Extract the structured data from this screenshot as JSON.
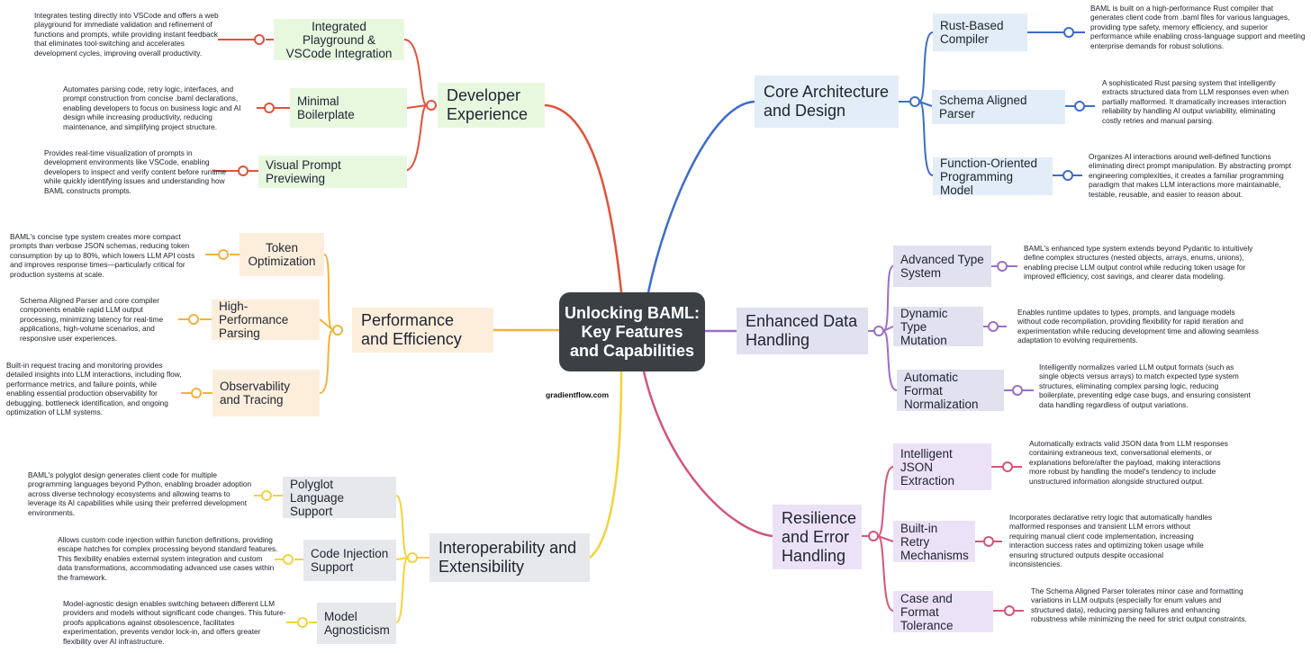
{
  "center_title": "Unlocking BAML: Key Features and Capabilities",
  "watermark": "gradientflow.com",
  "colors": {
    "developer_experience": "#e0533a",
    "performance": "#f0b43a",
    "interoperability": "#f2d33c",
    "core_architecture": "#3d6cc9",
    "enhanced_data": "#9a6fc6",
    "resilience": "#d4557a",
    "center_box": "#3b4045"
  },
  "branches": {
    "developer_experience": {
      "title": "Developer Experience",
      "items": [
        {
          "label": "Integrated Playground & VSCode Integration",
          "description": "Integrates testing directly into VSCode and offers a web playground for immediate validation and refinement of functions and prompts, while providing instant feedback that eliminates tool-switching and accelerates development cycles, improving overall productivity."
        },
        {
          "label": "Minimal Boilerplate",
          "description": "Automates parsing code, retry logic, interfaces, and prompt construction from concise .baml declarations, enabling developers to focus on business logic and AI design while increasing productivity, reducing maintenance, and simplifying project structure."
        },
        {
          "label": "Visual Prompt Previewing",
          "description": "Provides real-time visualization of prompts in development environments like VSCode, enabling developers to inspect and verify content before runtime while quickly identifying issues and understanding how BAML constructs prompts."
        }
      ]
    },
    "performance": {
      "title": "Performance and Efficiency",
      "items": [
        {
          "label": "Token Optimization",
          "description": "BAML's concise type system creates more compact prompts than verbose JSON schemas, reducing token consumption by up to 80%, which lowers LLM API costs and improves response times—particularly critical for production systems at scale."
        },
        {
          "label": "High-Performance Parsing",
          "description": "Schema Aligned Parser and core compiler components enable rapid LLM output processing, minimizing latency for real-time applications, high-volume scenarios, and responsive user experiences."
        },
        {
          "label": "Observability and Tracing",
          "description": "Built-in request tracing and monitoring provides detailed insights into LLM interactions, including flow, performance metrics, and failure points, while enabling essential production observability for debugging, bottleneck identification, and ongoing optimization of LLM systems."
        }
      ]
    },
    "interoperability": {
      "title": "Interoperability and Extensibility",
      "items": [
        {
          "label": "Polyglot Language Support",
          "description": "BAML's polyglot design generates client code for multiple programming languages beyond Python, enabling broader adoption across diverse technology ecosystems and allowing teams to leverage its AI capabilities while using their preferred development environments."
        },
        {
          "label": "Code Injection Support",
          "description": "Allows custom code injection within function definitions, providing escape hatches for complex processing beyond standard features. This flexibility enables external system integration and custom data transformations, accommodating advanced use cases within the framework."
        },
        {
          "label": "Model Agnosticism",
          "description": "Model-agnostic design enables switching between different LLM providers and models without significant code changes. This future-proofs applications against obsolescence, facilitates experimentation, prevents vendor lock-in, and offers greater flexibility over AI infrastructure."
        }
      ]
    },
    "core_architecture": {
      "title": "Core Architecture and Design",
      "items": [
        {
          "label": "Rust-Based Compiler",
          "description": "BAML is built on a high-performance Rust compiler that generates client code from .baml files for various languages, providing type safety, memory efficiency, and superior performance while enabling cross-language support and meeting enterprise demands for robust solutions."
        },
        {
          "label": "Schema Aligned Parser",
          "description": "A sophisticated Rust parsing system that intelligently extracts structured data from LLM responses even when partially malformed. It dramatically increases interaction reliability by handling AI output variability, eliminating costly retries and manual parsing."
        },
        {
          "label": "Function-Oriented Programming Model",
          "description": "Organizes AI interactions around well-defined functions eliminating direct prompt manipulation. By abstracting prompt engineering complexities, it creates a familiar programming paradigm that makes LLM interactions more maintainable, testable, reusable, and easier to reason about."
        }
      ]
    },
    "enhanced_data": {
      "title": "Enhanced Data Handling",
      "items": [
        {
          "label": "Advanced Type System",
          "description": "BAML's enhanced type system extends beyond Pydantic to intuitively define complex structures (nested objects, arrays, enums, unions), enabling precise LLM output control while reducing token usage for improved efficiency, cost savings, and clearer data modeling."
        },
        {
          "label": "Dynamic Type Mutation",
          "description": "Enables runtime updates to types, prompts, and language models without code recompilation, providing flexibility for rapid iteration and experimentation while reducing development time and allowing seamless adaptation to evolving requirements."
        },
        {
          "label": "Automatic Format Normalization",
          "description": "Intelligently normalizes varied LLM output formats (such as single objects versus arrays) to match expected type system structures, eliminating complex parsing logic, reducing boilerplate, preventing edge case bugs, and ensuring consistent data handling regardless of output variations."
        }
      ]
    },
    "resilience": {
      "title": "Resilience and Error Handling",
      "items": [
        {
          "label": "Intelligent JSON Extraction",
          "description": "Automatically extracts valid JSON data from LLM responses containing extraneous text, conversational elements, or explanations before/after the payload, making interactions more robust by handling the model's tendency to include unstructured information alongside structured output."
        },
        {
          "label": "Built-in Retry Mechanisms",
          "description": "Incorporates declarative retry logic that automatically handles malformed responses and transient LLM errors without requiring manual client code implementation, increasing interaction success rates and optimizing token usage while ensuring structured outputs despite occasional inconsistencies."
        },
        {
          "label": "Case and Format Tolerance",
          "description": "The Schema Aligned Parser tolerates minor case and formatting variations in LLM outputs (especially for enum values and structured data), reducing parsing failures and enhancing robustness while minimizing the need for strict output constraints."
        }
      ]
    }
  }
}
